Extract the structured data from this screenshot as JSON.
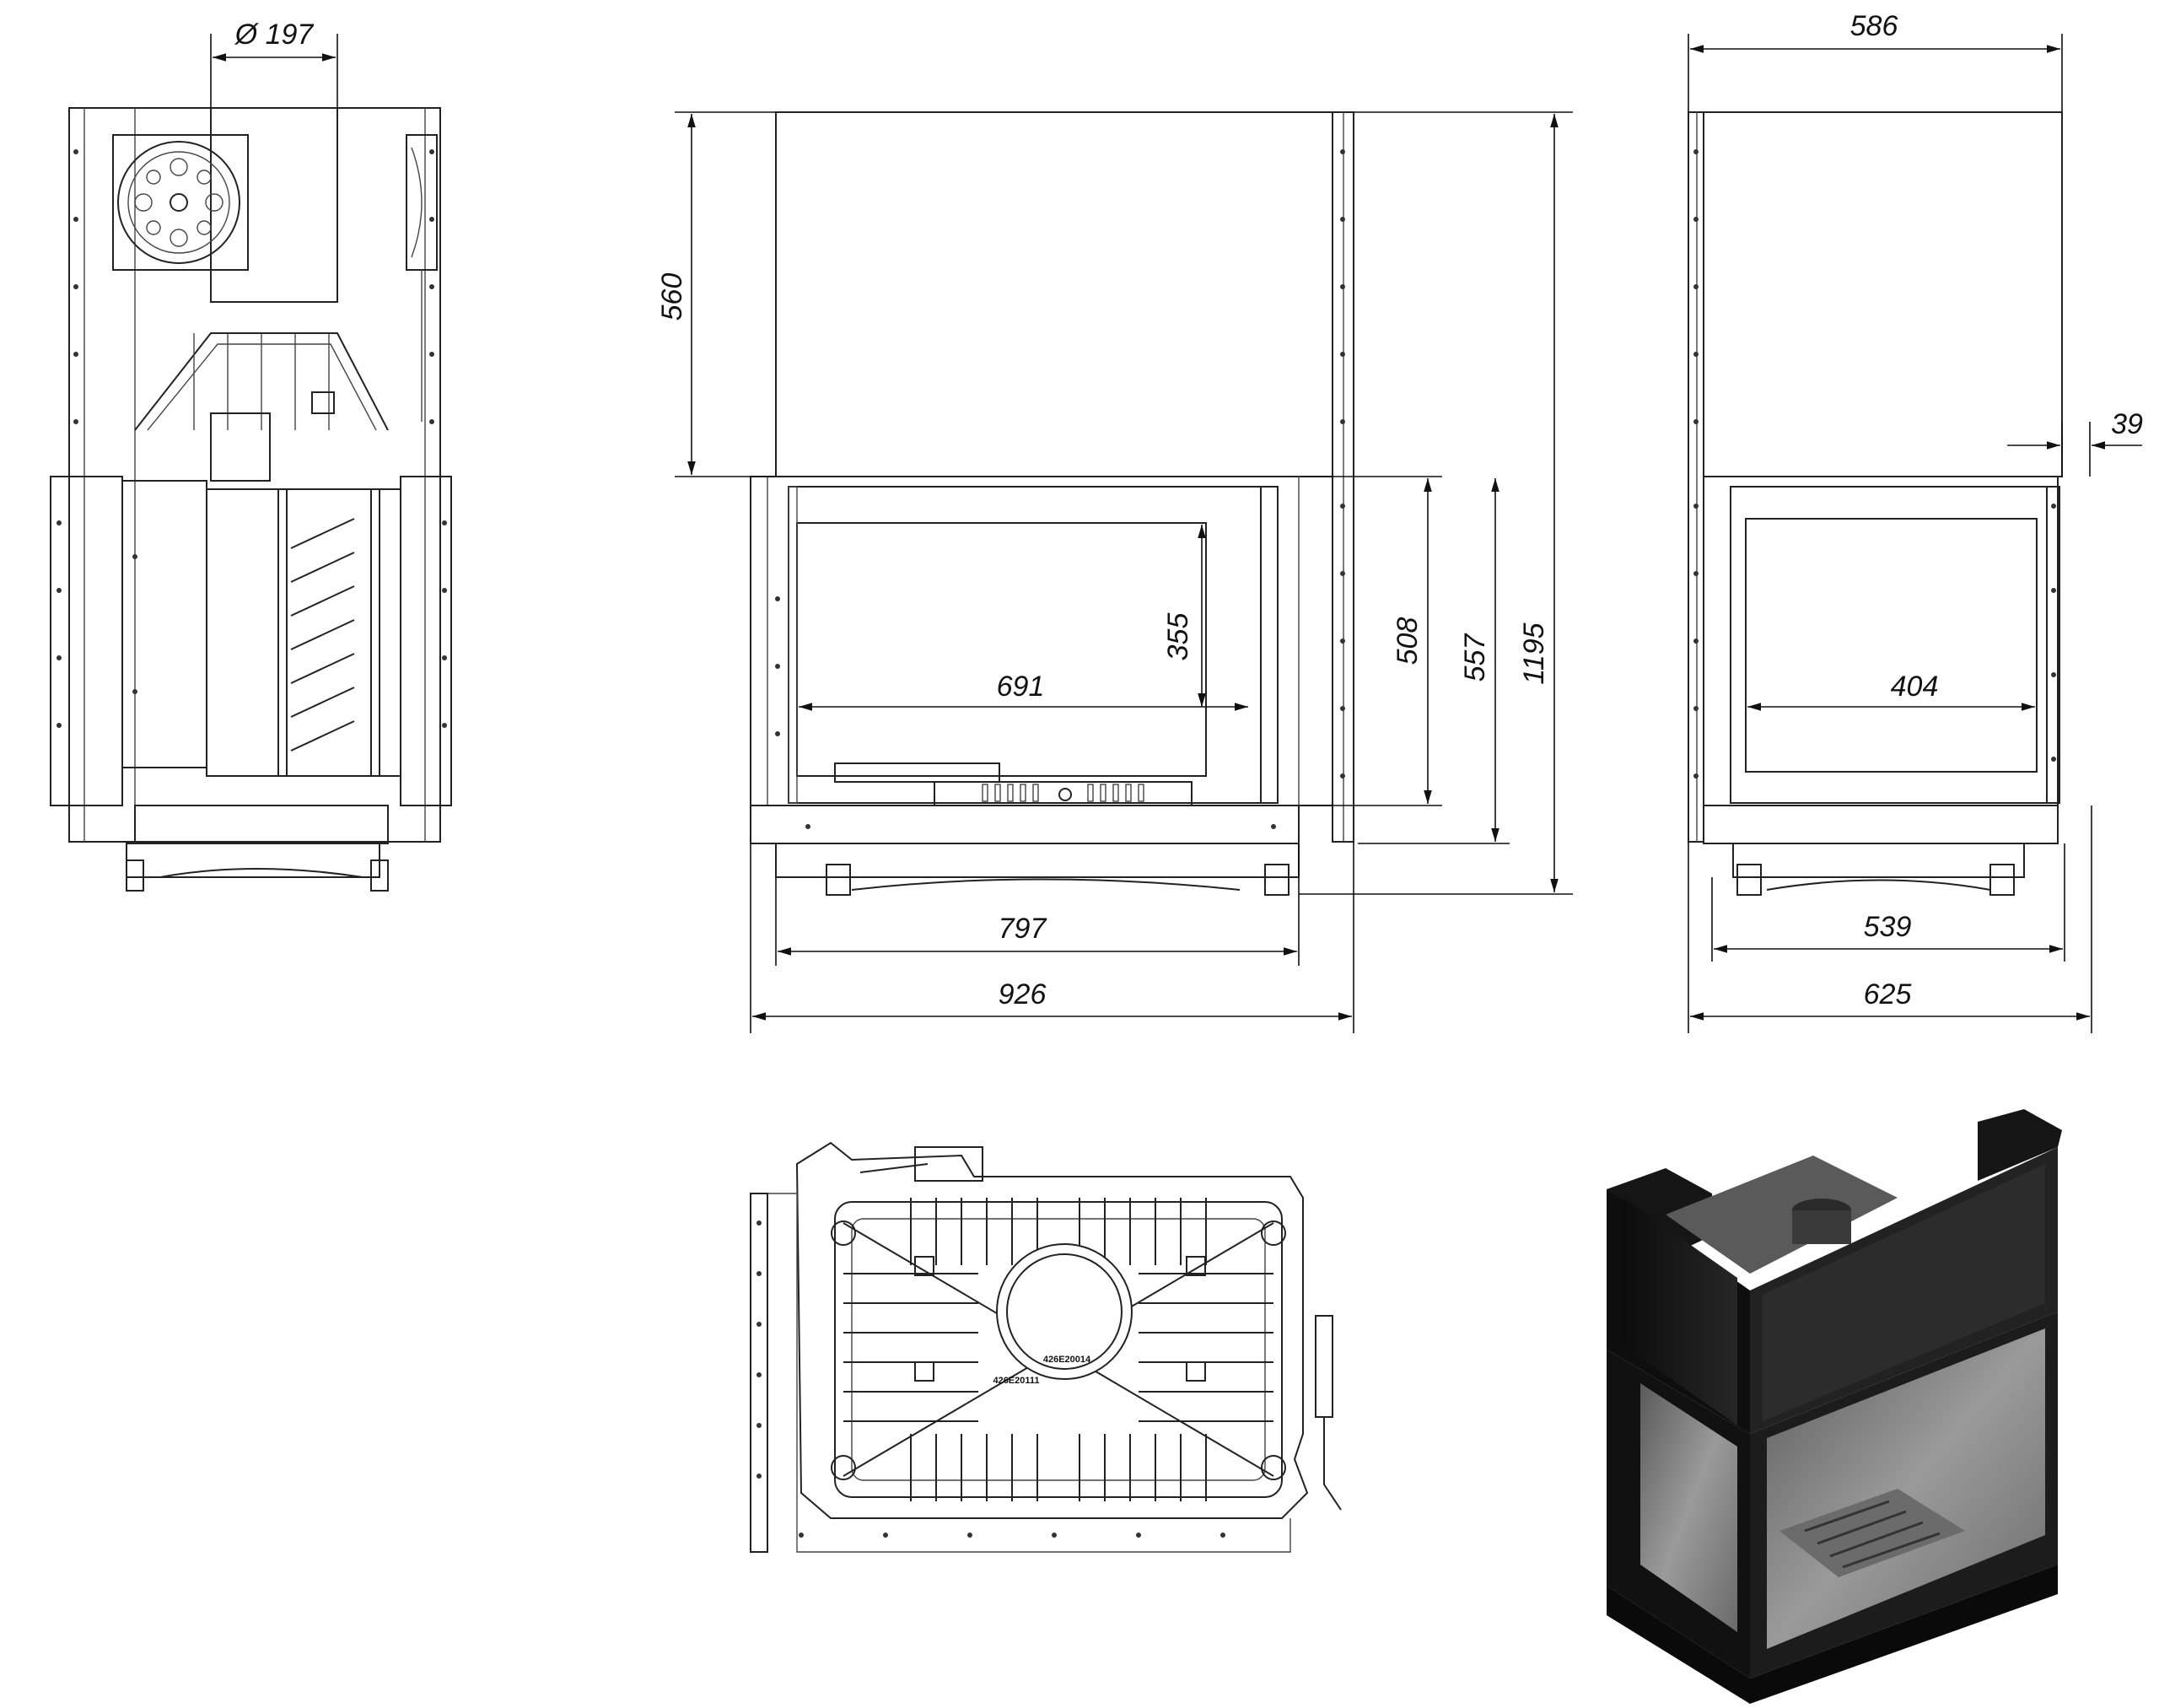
{
  "drawing": {
    "dimensions": {
      "flue_diameter": "Ø 197",
      "top_height": "560",
      "total_height": "1195",
      "glass_height": "355",
      "glass_width_front": "691",
      "door_height": "508",
      "opening_height": "557",
      "base_width_front": "797",
      "total_width_front": "926",
      "side_depth_top": "586",
      "offset_39": "39",
      "glass_width_side": "404",
      "base_width_side": "539",
      "total_width_side": "625"
    },
    "plate_codes": {
      "code_1": "426E20014",
      "code_2": "426E20111"
    },
    "colors": {
      "line": "#222222",
      "render_dark": "#1a1a1a",
      "render_glass": "#8a8a8a"
    }
  }
}
